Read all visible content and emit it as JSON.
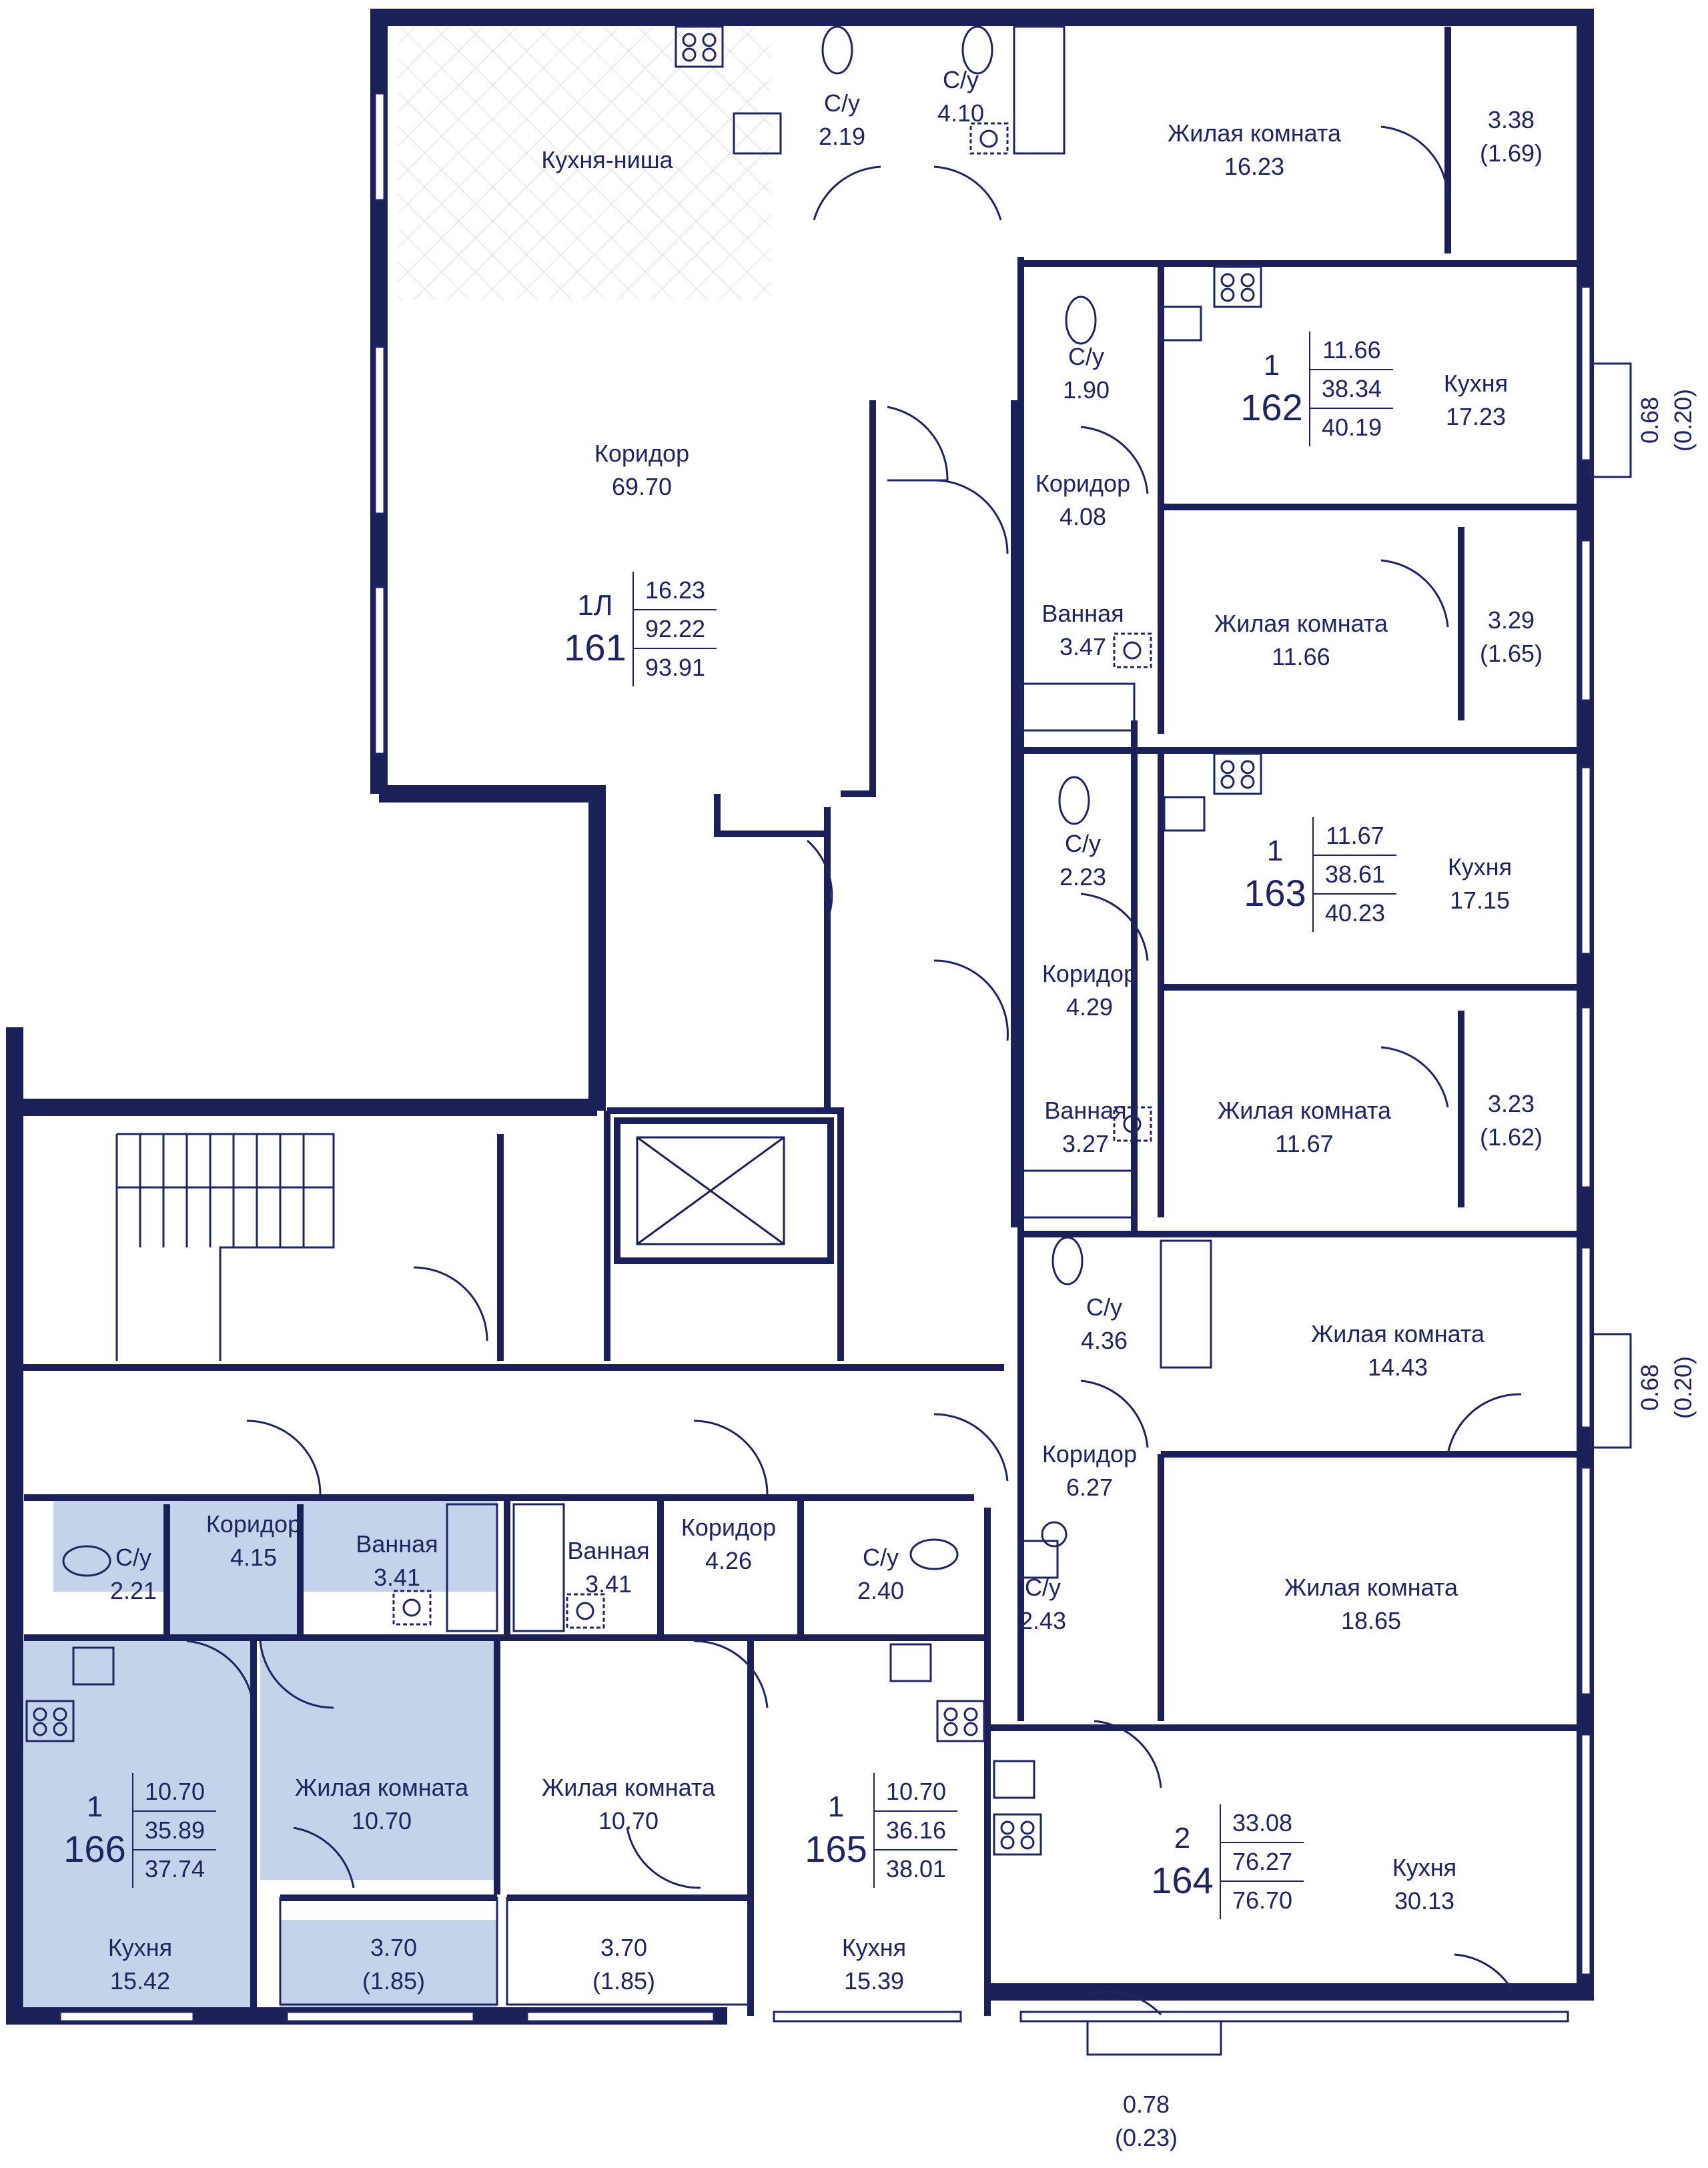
{
  "colors": {
    "wall": "#1b2059",
    "line": "#1f2560",
    "highlight": "#c5d3ea",
    "label": "#1f2560"
  },
  "rooms": {
    "kitchen_niche": "Кухня-ниша",
    "wc_top1": {
      "name": "С/у",
      "area": "2.19"
    },
    "wc_top2": {
      "name": "С/у",
      "area": "4.10"
    },
    "living_top": {
      "name": "Жилая комната",
      "area": "16.23"
    },
    "balcony_top": {
      "area": "3.38",
      "net": "(1.69)"
    },
    "corridor_161": {
      "name": "Коридор",
      "area": "69.70"
    },
    "wc_162": {
      "name": "С/у",
      "area": "1.90"
    },
    "kitchen_162": {
      "name": "Кухня",
      "area": "17.23"
    },
    "corridor_162": {
      "name": "Коридор",
      "area": "4.08"
    },
    "bath_162": {
      "name": "Ванная",
      "area": "3.47"
    },
    "living_162": {
      "name": "Жилая комната",
      "area": "11.66"
    },
    "balcony_162": {
      "area": "3.29",
      "net": "(1.65)"
    },
    "bay_162": {
      "area": "0.68",
      "net": "(0.20)"
    },
    "wc_163": {
      "name": "С/у",
      "area": "2.23"
    },
    "kitchen_163": {
      "name": "Кухня",
      "area": "17.15"
    },
    "corridor_163": {
      "name": "Коридор",
      "area": "4.29"
    },
    "bath_163": {
      "name": "Ванная",
      "area": "3.27"
    },
    "living_163": {
      "name": "Жилая комната",
      "area": "11.67"
    },
    "balcony_163": {
      "area": "3.23",
      "net": "(1.62)"
    },
    "wc_164": {
      "name": "С/у",
      "area": "4.36"
    },
    "living_164a": {
      "name": "Жилая комната",
      "area": "14.43"
    },
    "bay_164": {
      "area": "0.68",
      "net": "(0.20)"
    },
    "corridor_164": {
      "name": "Коридор",
      "area": "6.27"
    },
    "living_164b": {
      "name": "Жилая комната",
      "area": "18.65"
    },
    "wc_164b": {
      "name": "С/у",
      "area": "2.43"
    },
    "kitchen_164": {
      "name": "Кухня",
      "area": "30.13"
    },
    "bay_164b": {
      "area": "0.78",
      "net": "(0.23)"
    },
    "wc_166": {
      "name": "С/у",
      "area": "2.21"
    },
    "corridor_166": {
      "name": "Коридор",
      "area": "4.15"
    },
    "bath_166": {
      "name": "Ванная",
      "area": "3.41"
    },
    "living_166": {
      "name": "Жилая комната",
      "area": "10.70"
    },
    "kitchen_166": {
      "name": "Кухня",
      "area": "15.42"
    },
    "balcony_166": {
      "area": "3.70",
      "net": "(1.85)"
    },
    "bath_165": {
      "name": "Ванная",
      "area": "3.41"
    },
    "corridor_165": {
      "name": "Коридор",
      "area": "4.26"
    },
    "wc_165": {
      "name": "С/у",
      "area": "2.40"
    },
    "living_165": {
      "name": "Жилая комната",
      "area": "10.70"
    },
    "kitchen_165": {
      "name": "Кухня",
      "area": "15.39"
    },
    "balcony_165": {
      "area": "3.70",
      "net": "(1.85)"
    }
  },
  "apartments": {
    "a161": {
      "rooms": "1Л",
      "id": "161",
      "living": "16.23",
      "total": "92.22",
      "total_balc": "93.91"
    },
    "a162": {
      "rooms": "1",
      "id": "162",
      "living": "11.66",
      "total": "38.34",
      "total_balc": "40.19"
    },
    "a163": {
      "rooms": "1",
      "id": "163",
      "living": "11.67",
      "total": "38.61",
      "total_balc": "40.23"
    },
    "a164": {
      "rooms": "2",
      "id": "164",
      "living": "33.08",
      "total": "76.27",
      "total_balc": "76.70"
    },
    "a165": {
      "rooms": "1",
      "id": "165",
      "living": "10.70",
      "total": "36.16",
      "total_balc": "38.01"
    },
    "a166": {
      "rooms": "1",
      "id": "166",
      "living": "10.70",
      "total": "35.89",
      "total_balc": "37.74"
    }
  }
}
